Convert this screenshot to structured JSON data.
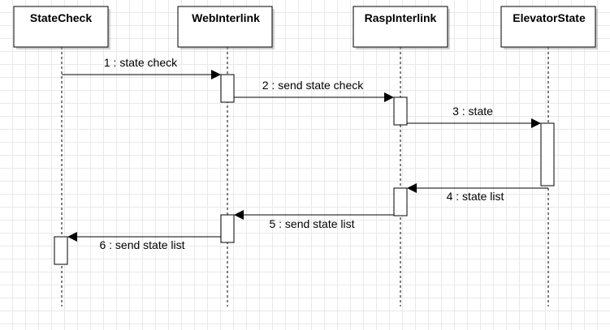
{
  "diagram": {
    "type": "sequence",
    "participants": [
      {
        "id": "statecheck",
        "name": "StateCheck"
      },
      {
        "id": "webinterlink",
        "name": "WebInterlink"
      },
      {
        "id": "raspinterlink",
        "name": "RaspInterlink"
      },
      {
        "id": "elevatorstate",
        "name": "ElevatorState"
      }
    ],
    "messages": [
      {
        "from": "statecheck",
        "to": "webinterlink",
        "label": "1 : state check"
      },
      {
        "from": "webinterlink",
        "to": "raspinterlink",
        "label": "2 : send state check"
      },
      {
        "from": "raspinterlink",
        "to": "elevatorstate",
        "label": "3 : state"
      },
      {
        "from": "elevatorstate",
        "to": "raspinterlink",
        "label": "4 : state list"
      },
      {
        "from": "raspinterlink",
        "to": "webinterlink",
        "label": "5 : send state list"
      },
      {
        "from": "webinterlink",
        "to": "statecheck",
        "label": "6 : send state list"
      }
    ]
  }
}
